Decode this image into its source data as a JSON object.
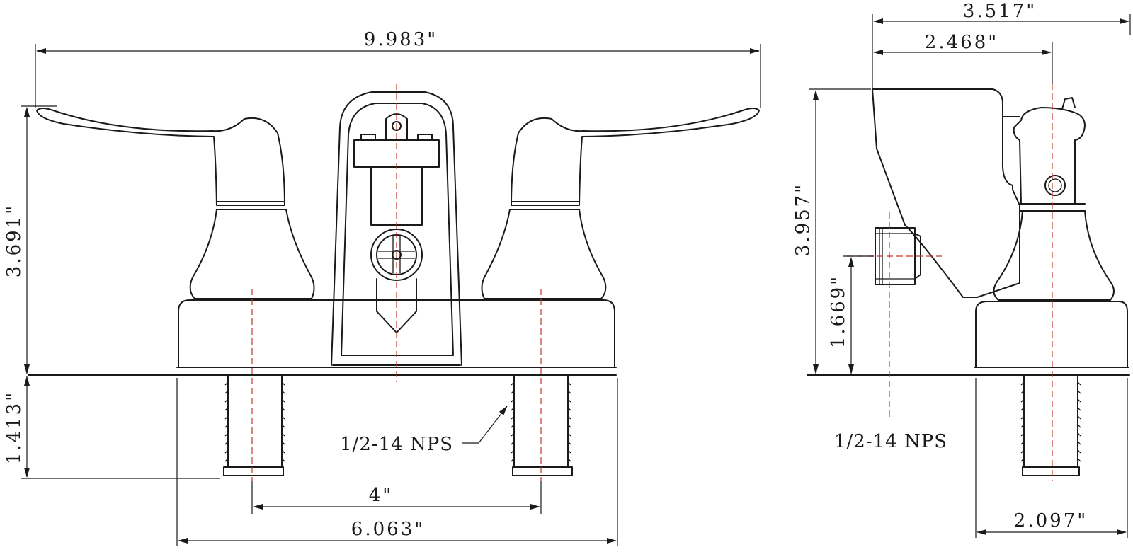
{
  "front_view": {
    "overall_width": "9.983\"",
    "height_above_deck": "3.691\"",
    "shank_length": "1.413\"",
    "center_spacing": "4\"",
    "base_width": "6.063\"",
    "thread_callout": "1/2-14 NPS"
  },
  "side_view": {
    "overall_depth": "3.517\"",
    "spout_reach": "2.468\"",
    "overall_height": "3.957\"",
    "aerator_height": "1.669\"",
    "base_depth": "2.097\"",
    "thread_callout": "1/2-14 NPS"
  },
  "colors": {
    "outline": "#1a1a1a",
    "centerline": "#c0392b"
  }
}
